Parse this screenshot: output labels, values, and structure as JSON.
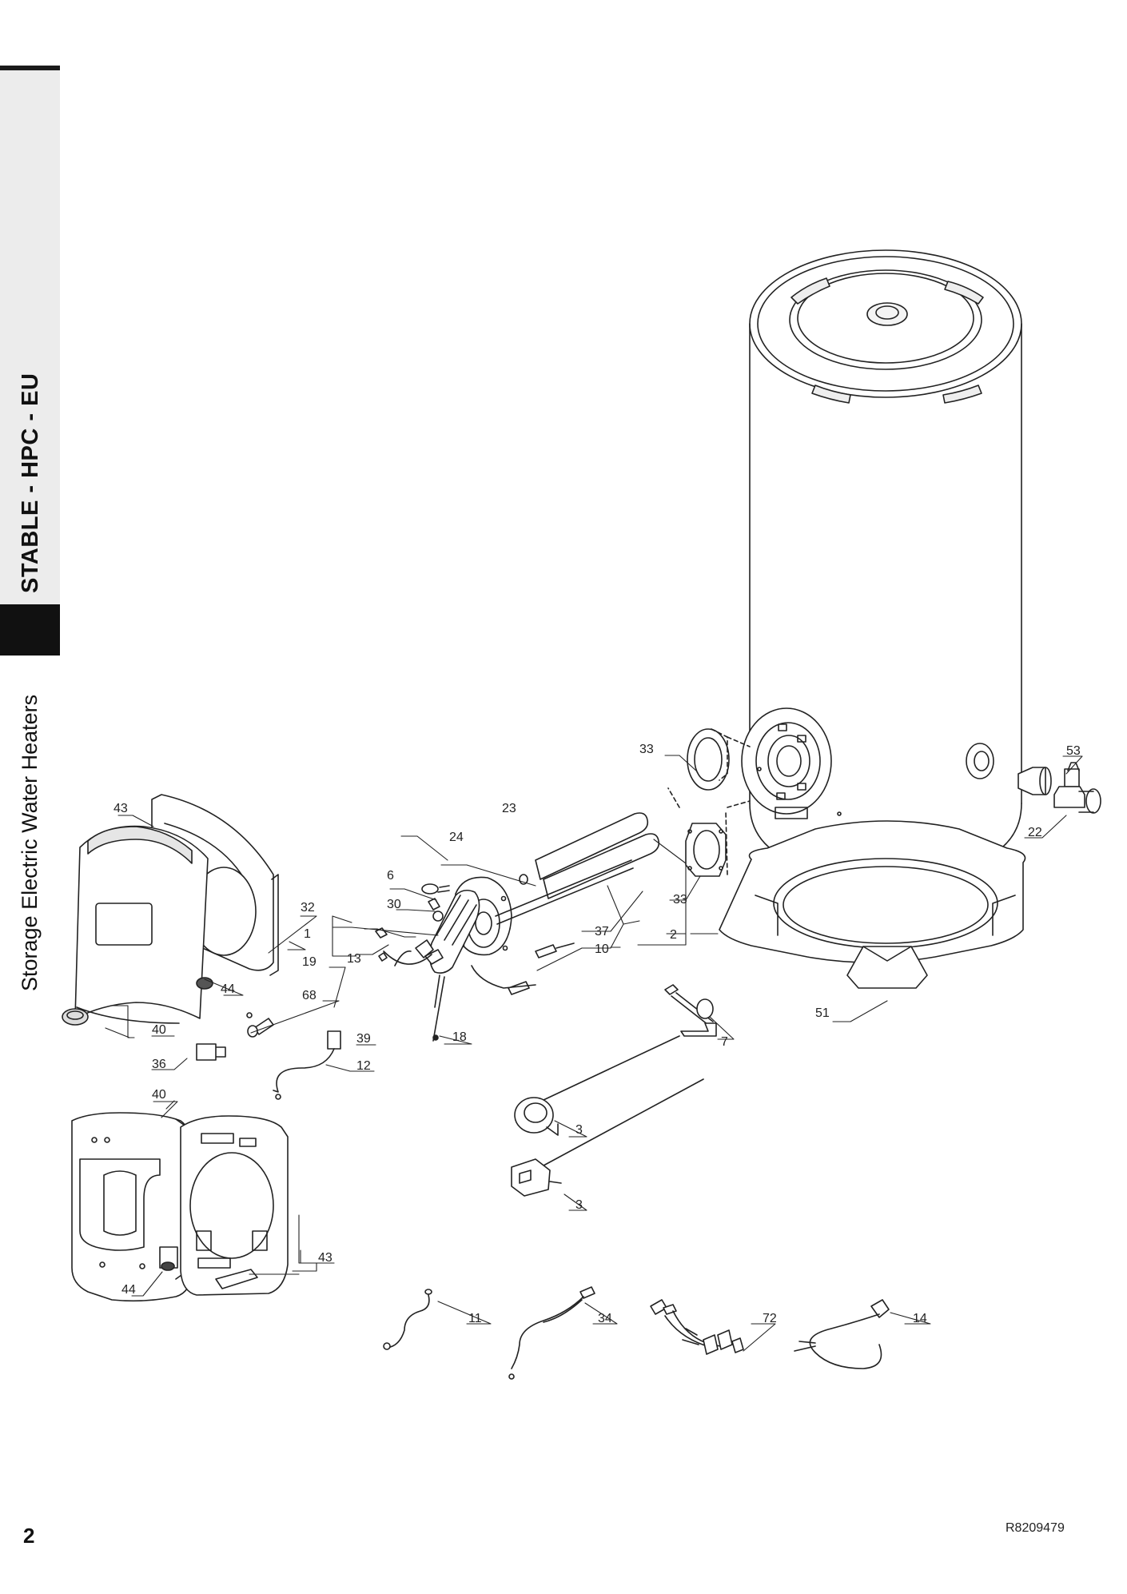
{
  "sidebar": {
    "series": "STABLE - HPC - EU",
    "category": "Storage Electric Water Heaters"
  },
  "footer": {
    "page_number": "2",
    "document_code": "R8209479"
  },
  "callouts": {
    "c1": "1",
    "c2": "2",
    "c3a": "3",
    "c3b": "3",
    "c6": "6",
    "c7": "7",
    "c10": "10",
    "c11": "11",
    "c12": "12",
    "c13": "13",
    "c14": "14",
    "c18": "18",
    "c19": "19",
    "c22": "22",
    "c23": "23",
    "c24": "24",
    "c30": "30",
    "c32": "32",
    "c33a": "33",
    "c33b": "33",
    "c34": "34",
    "c36": "36",
    "c37": "37",
    "c39": "39",
    "c40a": "40",
    "c40b": "40",
    "c43a": "43",
    "c43b": "43",
    "c44a": "44",
    "c44b": "44",
    "c51": "51",
    "c53": "53",
    "c68": "68",
    "c72": "72"
  }
}
